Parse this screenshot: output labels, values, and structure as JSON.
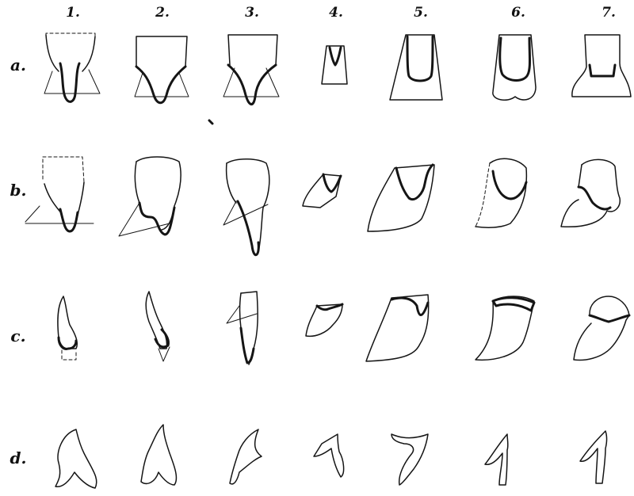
{
  "columns": [
    "1.",
    "2.",
    "3.",
    "4.",
    "5.",
    "6.",
    "7."
  ],
  "rows": [
    "a.",
    "b.",
    "c.",
    "d."
  ]
}
